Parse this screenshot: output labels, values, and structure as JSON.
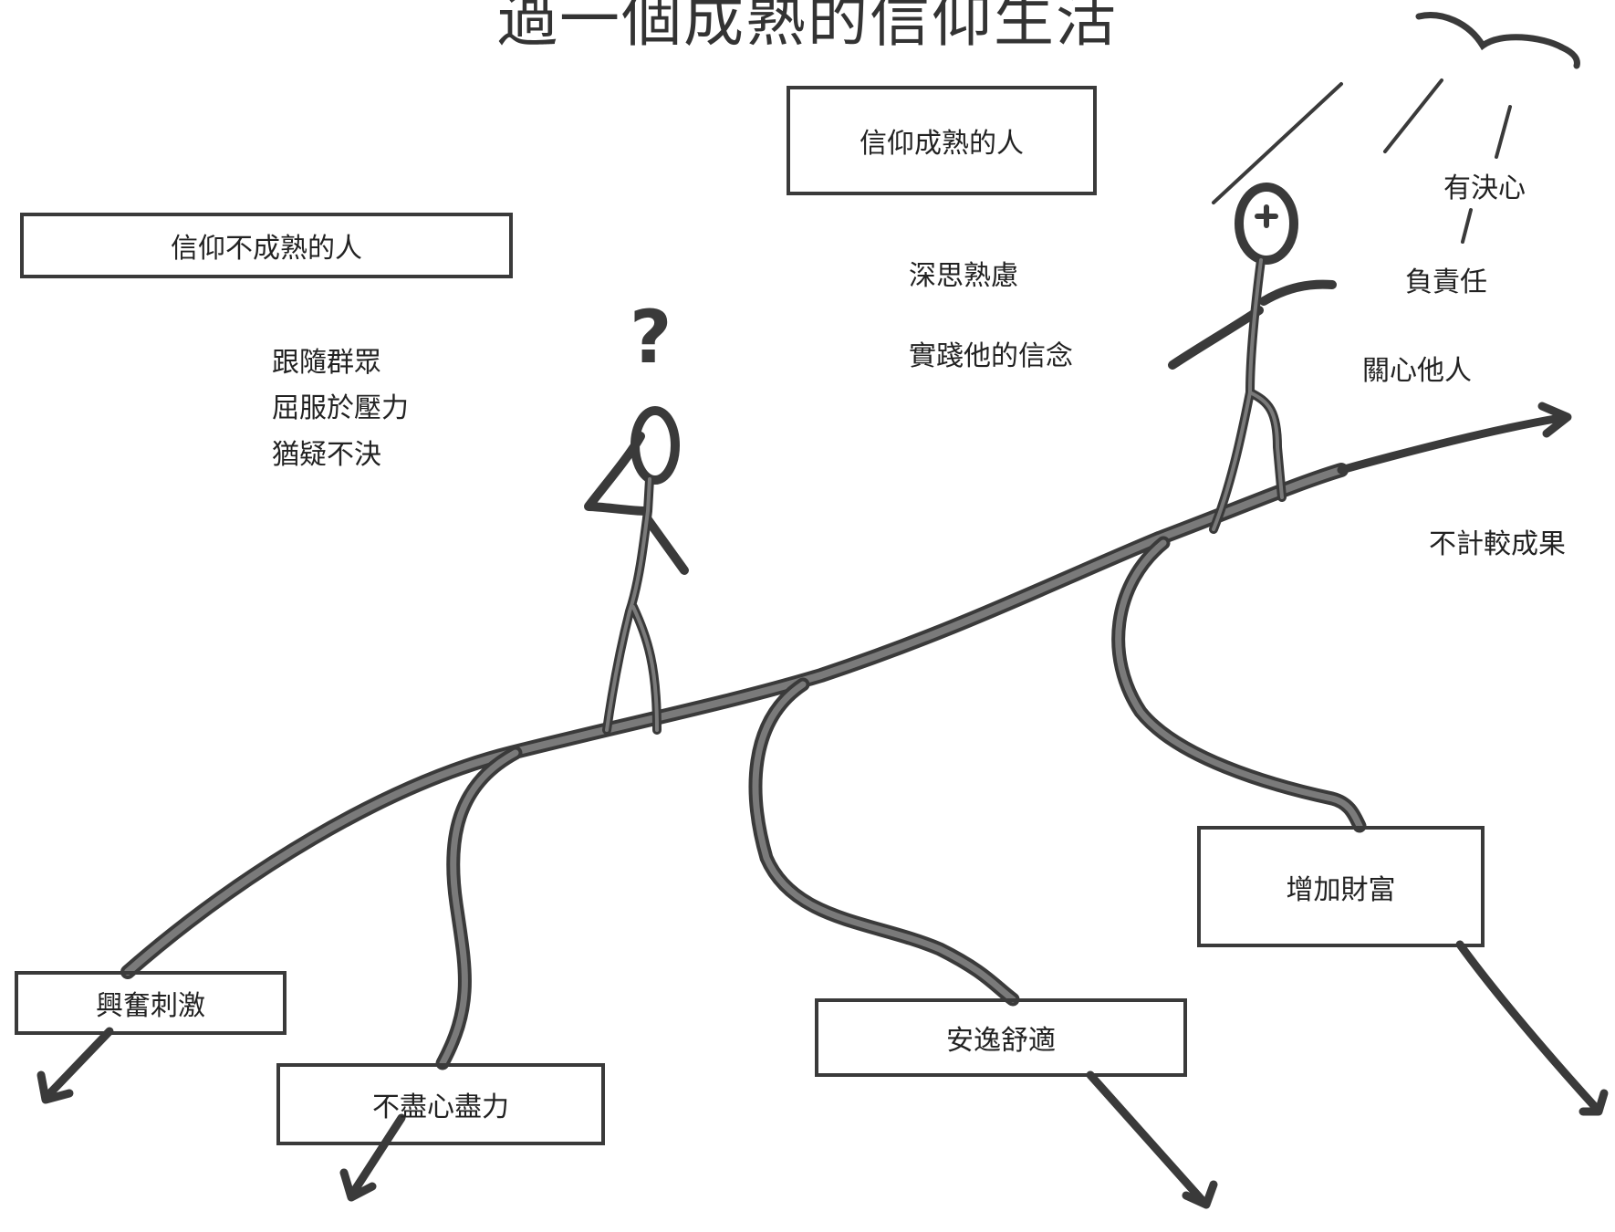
{
  "title": "過一個成熟的信仰生活",
  "boxes": {
    "immature": "信仰不成熟的人",
    "mature": "信仰成熟的人",
    "excitement": "興奮刺激",
    "half_hearted": "不盡心盡力",
    "comfort": "安逸舒適",
    "wealth": "增加財富"
  },
  "immature_traits": [
    "跟隨群眾",
    "屈服於壓力",
    "猶疑不決"
  ],
  "mature_traits": [
    "深思熟慮",
    "實踐他的信念"
  ],
  "right_traits": [
    "有決心",
    "負責任",
    "關心他人"
  ],
  "outcome_note": "不計較成果",
  "question_mark": "?",
  "colors": {
    "ink": "#3a3a3a",
    "path_fill": "#7a7a7a"
  }
}
